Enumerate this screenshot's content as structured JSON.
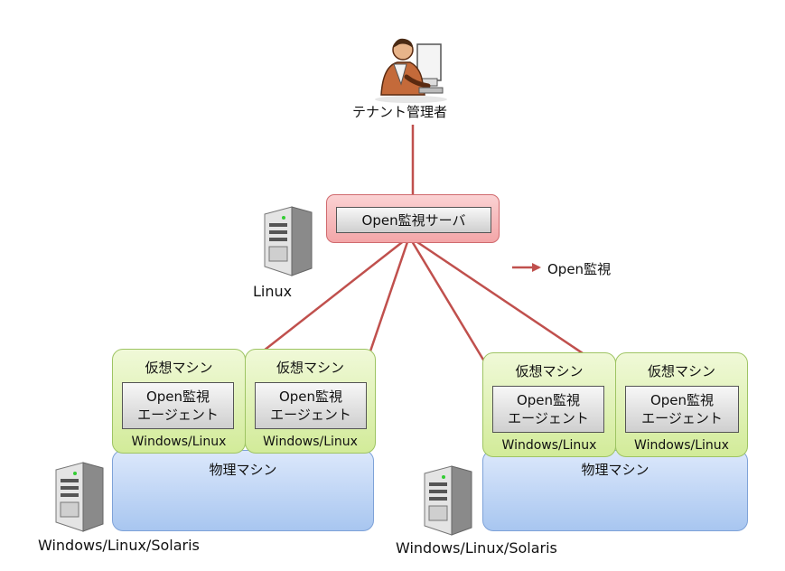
{
  "admin": {
    "label": "テナント管理者",
    "icon": "person-at-computer-icon"
  },
  "server": {
    "label": "Open監視サーバ",
    "os": "Linux",
    "icon": "server-tower-icon"
  },
  "legend": {
    "label": "Open監視",
    "color": "#c0504d"
  },
  "hosts": [
    {
      "physical_label": "物理マシン",
      "os": "Windows/Linux/Solaris",
      "vms": [
        {
          "title": "仮想マシン",
          "agent_line1": "Open監視",
          "agent_line2": "エージェント",
          "os": "Windows/Linux"
        },
        {
          "title": "仮想マシン",
          "agent_line1": "Open監視",
          "agent_line2": "エージェント",
          "os": "Windows/Linux"
        }
      ]
    },
    {
      "physical_label": "物理マシン",
      "os": "Windows/Linux/Solaris",
      "vms": [
        {
          "title": "仮想マシン",
          "agent_line1": "Open監視",
          "agent_line2": "エージェント",
          "os": "Windows/Linux"
        },
        {
          "title": "仮想マシン",
          "agent_line1": "Open監視",
          "agent_line2": "エージェント",
          "os": "Windows/Linux"
        }
      ]
    }
  ]
}
